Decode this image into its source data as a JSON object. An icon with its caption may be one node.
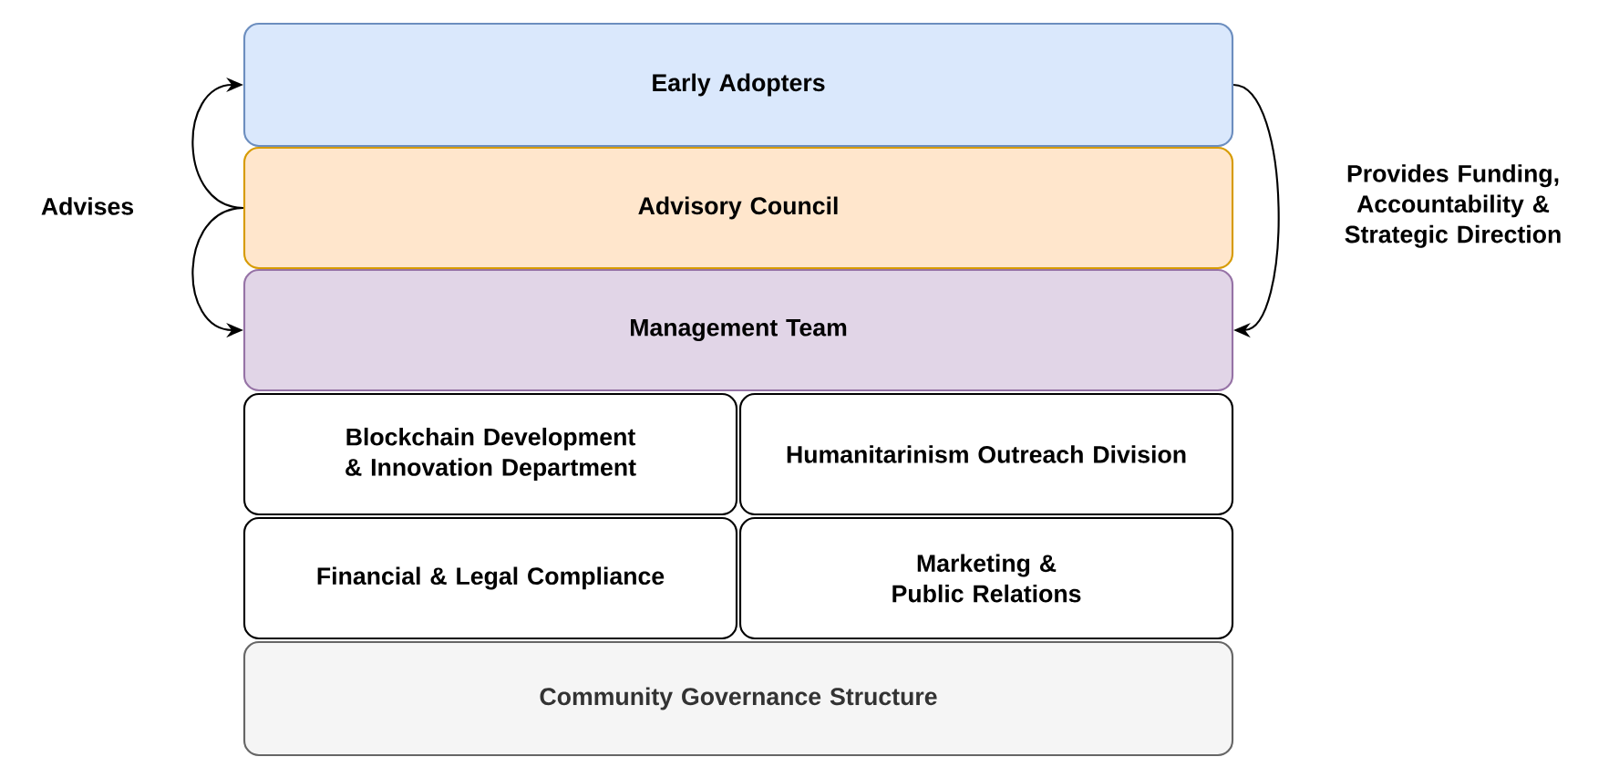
{
  "diagram": {
    "nodes": [
      {
        "text": [
          "Early Adopters"
        ]
      },
      {
        "text": [
          "Advisory Council"
        ]
      },
      {
        "text": [
          "Management Team"
        ]
      },
      {
        "text": [
          "Blockchain Development & Innovation Department"
        ]
      },
      {
        "text": [
          "Humanitarinism Outreach Division"
        ]
      },
      {
        "text": [
          "Financial & Legal Compliance"
        ]
      },
      {
        "text": [
          "Marketing & Public Relations"
        ]
      },
      {
        "text": [
          "Community Governance Structure"
        ]
      }
    ],
    "edges": [
      {
        "from": 1,
        "to": 0,
        "arrow": "to"
      },
      {
        "from": 1,
        "to": 2,
        "arrow": "to"
      },
      {
        "from": 0,
        "to": 2,
        "arrow": "to",
        "label": "Provides Funding, Accountability & Strategic Direction"
      }
    ],
    "labels": [
      "Advises"
    ]
  }
}
